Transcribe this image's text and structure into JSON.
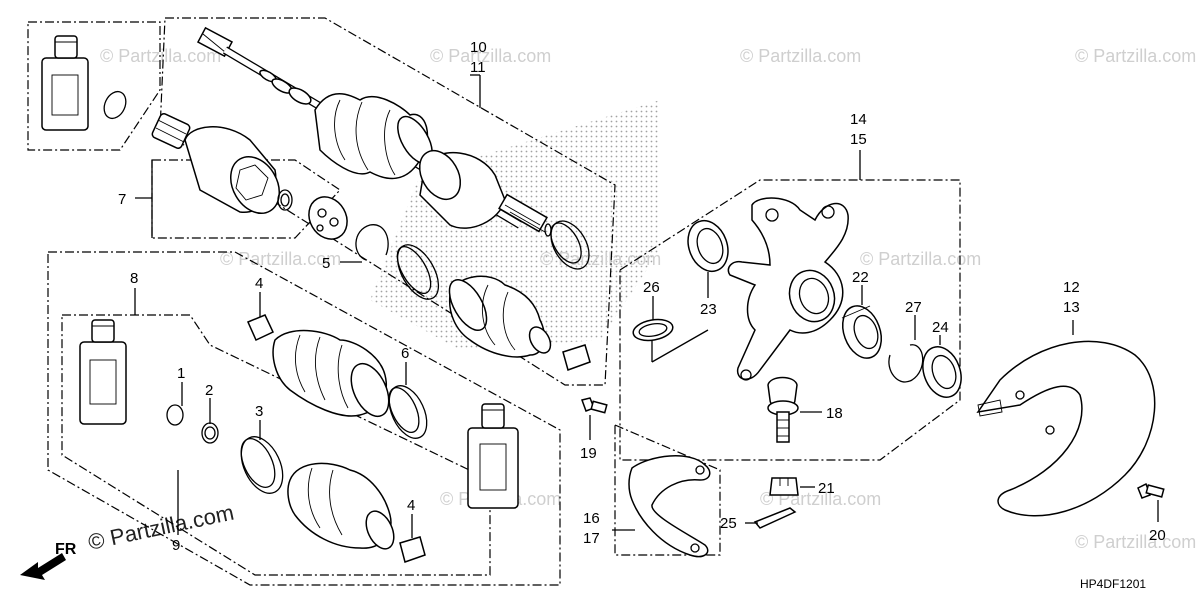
{
  "diagram_code": "HP4DF1201",
  "watermark_text": "© Partzilla.com",
  "fr_label": "FR",
  "callouts": {
    "c1": "1",
    "c2": "2",
    "c3": "3",
    "c4a": "4",
    "c4b": "4",
    "c5": "5",
    "c6": "6",
    "c7": "7",
    "c8": "8",
    "c9": "9",
    "c10": "10",
    "c11": "11",
    "c12": "12",
    "c13": "13",
    "c14": "14",
    "c15": "15",
    "c16": "16",
    "c17": "17",
    "c18": "18",
    "c19": "19",
    "c20": "20",
    "c21": "21",
    "c22": "22",
    "c23": "23",
    "c24": "24",
    "c25": "25",
    "c26": "26",
    "c27": "27"
  }
}
